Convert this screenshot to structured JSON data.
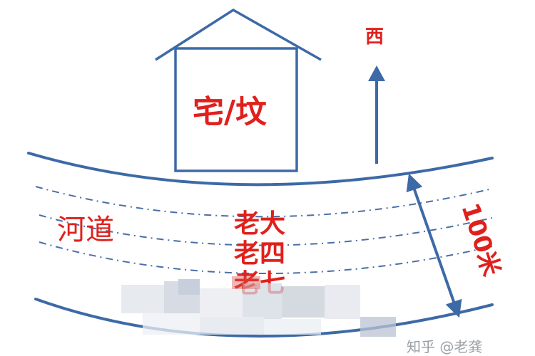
{
  "labels": {
    "house": "宅/坟",
    "west": "西",
    "river": "河道",
    "sibling_1": "老大",
    "sibling_2": "老四",
    "sibling_3": "老七",
    "width": "100米"
  },
  "watermark": "知乎 @老龚",
  "colors": {
    "label_red": "#e0201c",
    "line_blue": "#3d6aa6"
  }
}
